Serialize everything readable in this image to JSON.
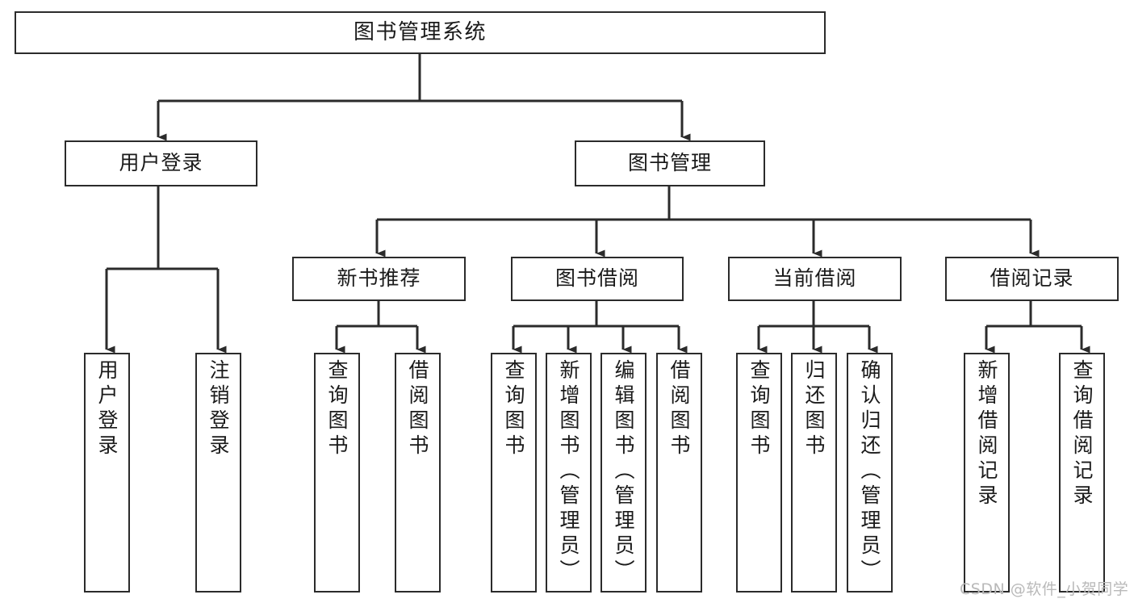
{
  "diagram": {
    "type": "tree-hierarchy",
    "title": "图书管理系统",
    "background_color": "#ffffff",
    "line_color": "#2b2b2b",
    "text_color": "#1a1a1a"
  },
  "root": {
    "label": "图书管理系统"
  },
  "level2": [
    {
      "id": "user-login",
      "label": "用户登录"
    },
    {
      "id": "book-management",
      "label": "图书管理"
    }
  ],
  "level3": [
    {
      "id": "new-book-recommend",
      "label": "新书推荐"
    },
    {
      "id": "book-borrow",
      "label": "图书借阅"
    },
    {
      "id": "current-borrow",
      "label": "当前借阅"
    },
    {
      "id": "borrow-record",
      "label": "借阅记录"
    }
  ],
  "leaves": [
    {
      "id": "leaf-user-login",
      "label": "用户登录",
      "parent": "user-login"
    },
    {
      "id": "leaf-logout-login",
      "label": "注销登录",
      "parent": "user-login"
    },
    {
      "id": "leaf-query-book-1",
      "label": "查询图书",
      "parent": "new-book-recommend"
    },
    {
      "id": "leaf-borrow-book-1",
      "label": "借阅图书",
      "parent": "new-book-recommend"
    },
    {
      "id": "leaf-query-book-2",
      "label": "查询图书",
      "parent": "book-borrow"
    },
    {
      "id": "leaf-add-book",
      "label": "新增图书（管理员）",
      "parent": "book-borrow"
    },
    {
      "id": "leaf-edit-book",
      "label": "编辑图书（管理员）",
      "parent": "book-borrow"
    },
    {
      "id": "leaf-borrow-book-2",
      "label": "借阅图书",
      "parent": "book-borrow"
    },
    {
      "id": "leaf-query-book-3",
      "label": "查询图书",
      "parent": "current-borrow"
    },
    {
      "id": "leaf-return-book",
      "label": "归还图书",
      "parent": "current-borrow"
    },
    {
      "id": "leaf-confirm-return",
      "label": "确认归还（管理员）",
      "parent": "current-borrow"
    },
    {
      "id": "leaf-add-record",
      "label": "新增借阅记录",
      "parent": "borrow-record"
    },
    {
      "id": "leaf-query-record",
      "label": "查询借阅记录",
      "parent": "borrow-record"
    }
  ],
  "watermark": {
    "text": "CSDN @软件_小贺同学"
  }
}
